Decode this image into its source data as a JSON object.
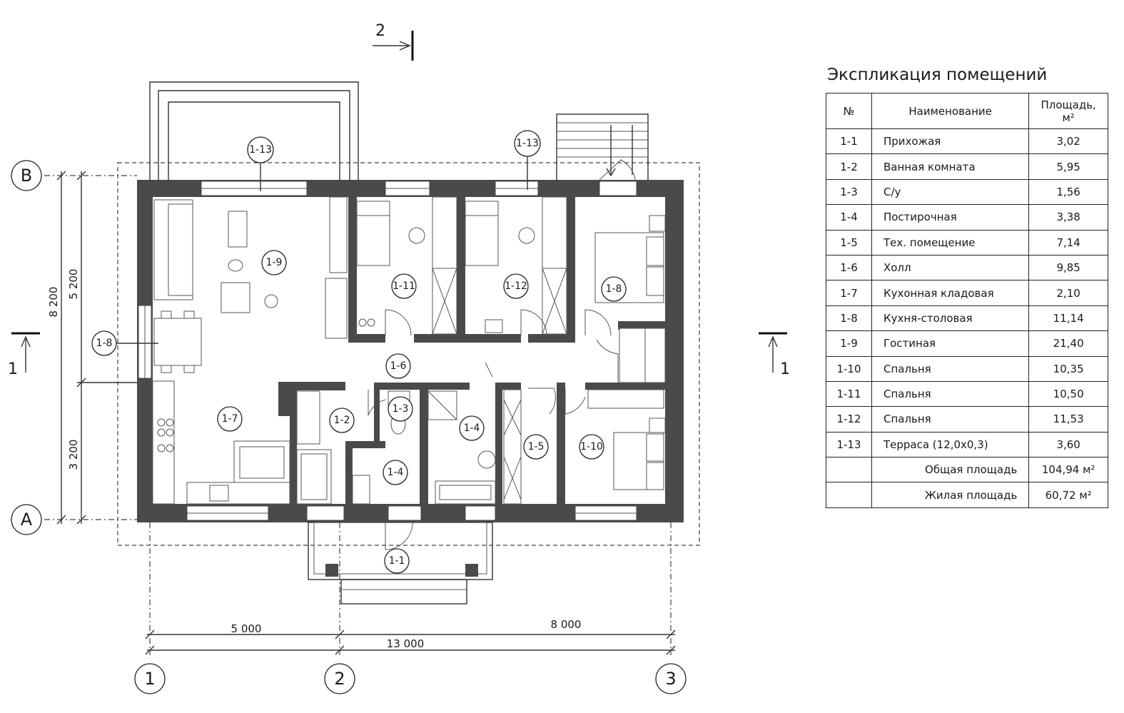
{
  "explication": {
    "title": "Экспликация помещений",
    "headers": {
      "num": "№",
      "name": "Наименование",
      "area": "Площадь, м²"
    },
    "rows": [
      {
        "num": "1-1",
        "name": "Прихожая",
        "area": "3,02"
      },
      {
        "num": "1-2",
        "name": "Ванная комната",
        "area": "5,95"
      },
      {
        "num": "1-3",
        "name": "С/у",
        "area": "1,56"
      },
      {
        "num": "1-4",
        "name": "Постирочная",
        "area": "3,38"
      },
      {
        "num": "1-5",
        "name": "Тех. помещение",
        "area": "7,14"
      },
      {
        "num": "1-6",
        "name": "Холл",
        "area": "9,85"
      },
      {
        "num": "1-7",
        "name": "Кухонная кладовая",
        "area": "2,10"
      },
      {
        "num": "1-8",
        "name": "Кухня-столовая",
        "area": "11,14"
      },
      {
        "num": "1-9",
        "name": "Гостиная",
        "area": "21,40"
      },
      {
        "num": "1-10",
        "name": "Спальня",
        "area": "10,35"
      },
      {
        "num": "1-11",
        "name": "Спальня",
        "area": "10,50"
      },
      {
        "num": "1-12",
        "name": "Спальня",
        "area": "11,53"
      },
      {
        "num": "1-13",
        "name": "Терраса (12,0х0,3)",
        "area": "3,60"
      }
    ],
    "total": {
      "label": "Общая площадь",
      "value": "104,94 м²"
    },
    "living": {
      "label": "Жилая площадь",
      "value": "60,72 м²"
    }
  },
  "plan": {
    "axes": {
      "a1": "1",
      "a2": "2",
      "a3": "3",
      "aA": "А",
      "aB": "В"
    },
    "dimensions": {
      "d5000": "5 000",
      "d8000": "8 000",
      "d13000": "13 000",
      "d8200": "8 200",
      "d5200": "5 200",
      "d3200": "3 200"
    },
    "sections": {
      "s1": "1",
      "s2": "2"
    },
    "tags": {
      "r1": "1-1",
      "r2": "1-2",
      "r3": "1-3",
      "r4": "1-4",
      "r5": "1-5",
      "r6": "1-6",
      "r7": "1-7",
      "r8a": "1-8",
      "r8b": "1-8",
      "r9": "1-9",
      "r10": "1-10",
      "r11": "1-11",
      "r12": "1-12",
      "r13a": "1-13",
      "r13b": "1-13"
    }
  }
}
